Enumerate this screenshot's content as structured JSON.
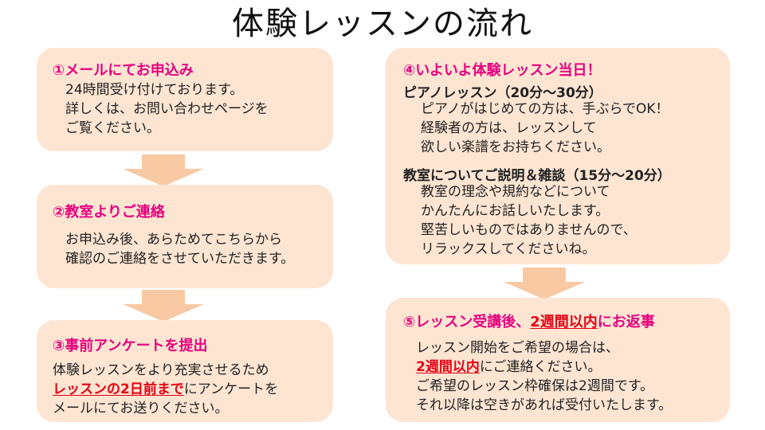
{
  "title": "体験レッスンの流れ",
  "step1": {
    "heading": "①メールにてお申込み",
    "lines": [
      "24時間受け付けております。",
      "詳しくは、お問い合わせページを",
      "ご覧ください。"
    ]
  },
  "step2": {
    "heading": "②教室よりご連絡",
    "lines": [
      "お申込み後、あらためてこちらから",
      "確認のご連絡をさせていただきます。"
    ]
  },
  "step3": {
    "heading": "③事前アンケートを提出",
    "line1": "体験レッスンをより充実させるため",
    "line2_highlight": "レッスンの2日前まで",
    "line2_rest": "にアンケートを",
    "line3": "メールにてお送りください。"
  },
  "step4": {
    "heading": "④いよいよ体験レッスン当日！",
    "piano_title": "ピアノレッスン（20分～30分）",
    "piano_lines": [
      "ピアノがはじめての方は、手ぶらでOK！",
      "経験者の方は、レッスンして",
      "欲しい楽譜をお持ちください。"
    ],
    "talk_title": "教室についてご説明＆雑談（15分～20分）",
    "talk_lines": [
      "教室の理念や規約などについて",
      "かんたんにお話しいたします。",
      "堅苦しいものではありませんので、",
      "リラックスしてくださいね。"
    ]
  },
  "step5": {
    "heading_pre": "⑤レッスン受講後、",
    "heading_highlight": "2週間以内",
    "heading_post": "にお返事",
    "line1": "レッスン開始をご希望の場合は、",
    "line2_highlight": "2週間以内",
    "line2_rest": "にご連絡ください。",
    "line3": "ご希望のレッスン枠確保は2週間です。",
    "line4": "それ以降は空きがあれば受付いたします。"
  },
  "colors": {
    "box_bg": "#fde5d2",
    "heading": "#e6007e",
    "highlight": "#e60012",
    "arrow": "#f8c9a3"
  }
}
